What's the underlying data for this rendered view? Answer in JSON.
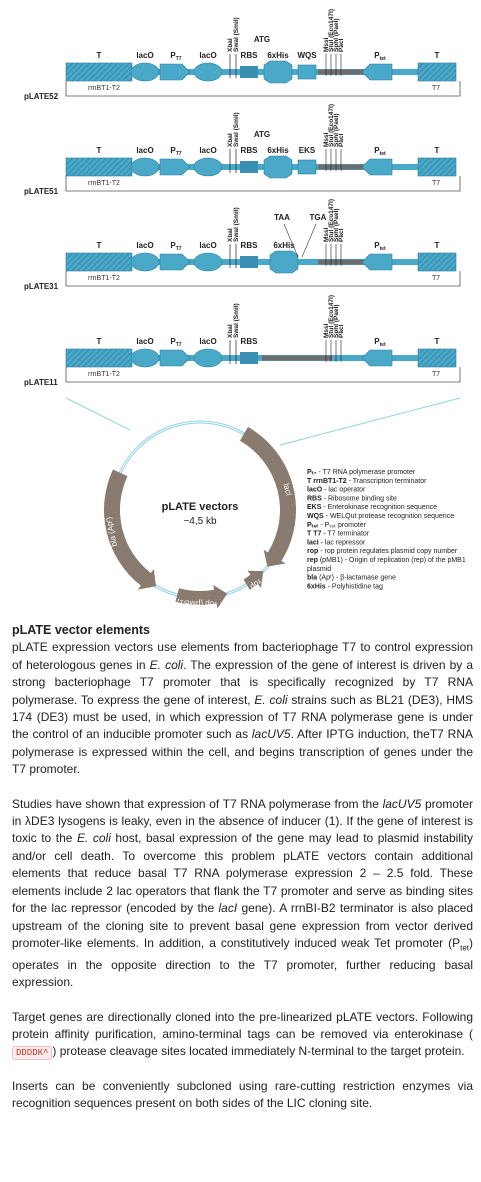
{
  "vectors": [
    {
      "name": "pLATE52",
      "top_labels": [
        "T",
        "lacO",
        "P",
        "lacO",
        "RBS",
        "6xHis",
        "WQS",
        "P",
        "T"
      ],
      "sites_left": [
        "XbaI",
        "SwaI (SmiI)"
      ],
      "atg": "ATG",
      "sites_right": [
        "MssI",
        "StuI (Eco147I)",
        "SphI (PaeI)",
        "PacI"
      ],
      "bottom_left": "rrnBT1-T2",
      "bottom_right": "T7"
    },
    {
      "name": "pLATE51",
      "top_labels": [
        "T",
        "lacO",
        "P",
        "lacO",
        "RBS",
        "6xHis",
        "EKS",
        "P",
        "T"
      ],
      "sites_left": [
        "XbaI",
        "SwaI (SmiI)"
      ],
      "atg": "ATG",
      "sites_right": [
        "MssI",
        "StuI (Eco147I)",
        "SphI (PaeI)",
        "PacI"
      ],
      "bottom_left": "rrnBT1-T2",
      "bottom_right": "T7"
    },
    {
      "name": "pLATE31",
      "top_labels": [
        "T",
        "lacO",
        "P",
        "lacO",
        "RBS",
        "6xHis",
        "P",
        "T"
      ],
      "sites_left": [
        "XbaI",
        "SwaI (SmiI)"
      ],
      "stops": [
        "TAA",
        "TGA"
      ],
      "sites_right": [
        "MssI",
        "StuI (Eco147I)",
        "SphI (PaeI)",
        "PacI"
      ],
      "bottom_left": "rrnBT1-T2",
      "bottom_right": "T7"
    },
    {
      "name": "pLATE11",
      "top_labels": [
        "T",
        "lacO",
        "P",
        "lacO",
        "RBS",
        "P",
        "T"
      ],
      "sites_left": [
        "XbaI",
        "SwaI (SmiI)"
      ],
      "sites_right": [
        "MssI",
        "StuI (Eco147I)",
        "SphI (PaeI)",
        "PacI"
      ],
      "bottom_left": "rrnBT1-T2",
      "bottom_right": "T7"
    }
  ],
  "p_subscripts": {
    "t7": "T7",
    "tet": "tet"
  },
  "circle": {
    "title": "pLATE vectors",
    "size": "~4,5 kb",
    "arrows": [
      "bla (Apʳ)",
      "lacI",
      "rop (pMB1)",
      "rop"
    ]
  },
  "legend": [
    {
      "term": "Pₜ₇",
      "desc": " - T7 RNA polymerase promoter"
    },
    {
      "term": "T rrnBT1-T2",
      "desc": " - Transcription terminator"
    },
    {
      "term": "lacO",
      "desc": " - lac operator"
    },
    {
      "term": "RBS",
      "desc": " - Ribosome binding site"
    },
    {
      "term": "EKS",
      "desc": " - Enterokinase recognition sequence"
    },
    {
      "term": "WQS",
      "desc": " - WELQut protease recognition sequence"
    },
    {
      "term": "Pₜₑₜ",
      "desc": " - Pₜₑₜ promoter"
    },
    {
      "term": "T T7",
      "desc": " - T7 terminator"
    },
    {
      "term": "lacI",
      "desc": " - lac repressor"
    },
    {
      "term": "rop",
      "desc": " - rop protein regulates plasmid copy number"
    },
    {
      "term": "rep",
      "desc": " (pMB1) - Origin of replication (rep) of the pMB1"
    },
    {
      "term": "",
      "desc": "plasmid"
    },
    {
      "term": "bla",
      "desc": " (Apʳ) - β-lactamase gene"
    },
    {
      "term": "6xHis",
      "desc": " - Polyhistidine tag"
    }
  ],
  "text": {
    "heading": "pLATE vector elements",
    "p1_a": "pLATE expression vectors use elements from bacteriophage T7 to control expression of heterologous genes in ",
    "p1_ecoli": "E. coli",
    "p1_b": ". The expression of the gene of interest is driven by a strong bacteriophage T7 promoter that is specifically recognized by T7 RNA polymerase. To express the gene of interest, ",
    "p1_ecoli2": "E. coli",
    "p1_c": " strains such as BL21 (DE3), HMS 174 (DE3) must be used, in which expression of T7 RNA polymerase gene is under the control of an inducible promoter such as ",
    "p1_lac": "lacUV5",
    "p1_d": ". After IPTG induction, theT7 RNA polymerase is expressed within the cell, and begins transcription of genes under the T7 promoter.",
    "p2_a": "Studies have shown that expression of T7 RNA polymerase from the ",
    "p2_lac": "lacUV5",
    "p2_b": " promoter in λDE3 lysogens is leaky, even in the absence of inducer (1). If the gene of interest is toxic to the ",
    "p2_ecoli": "E. coli",
    "p2_c": " host, basal expression of the gene may lead to plasmid instability and/or cell death. To overcome this problem pLATE vectors contain additional elements that reduce basal T7 RNA polymerase expression 2 – 2.5 fold. These elements include 2 lac operators that flank the T7 promoter and serve as binding sites for the lac repressor (encoded by the ",
    "p2_laci": "lacI",
    "p2_d": " gene). A rrnBI-B2 terminator is also placed upstream of the cloning site to prevent basal gene expression from vector derived promoter-like elements. In addition, a constitutively induced weak Tet promoter (P",
    "p2_tet": "tet",
    "p2_e": ") operates in the opposite direction to the T7 promoter, further reducing basal expression.",
    "p3_a": "Target genes are directionally cloned into the pre-linearized pLATE vectors. Following protein affinity purification, amino-terminal tags can be removed via enterokinase (",
    "p3_tag": "DDDDK^",
    "p3_b": ") protease cleavage sites located immediately N-terminal to the target protein.",
    "p4": "Inserts can be conveniently subcloned using rare-cutting restriction enzymes via recognition sequences present on both sides of the LIC cloning site."
  }
}
